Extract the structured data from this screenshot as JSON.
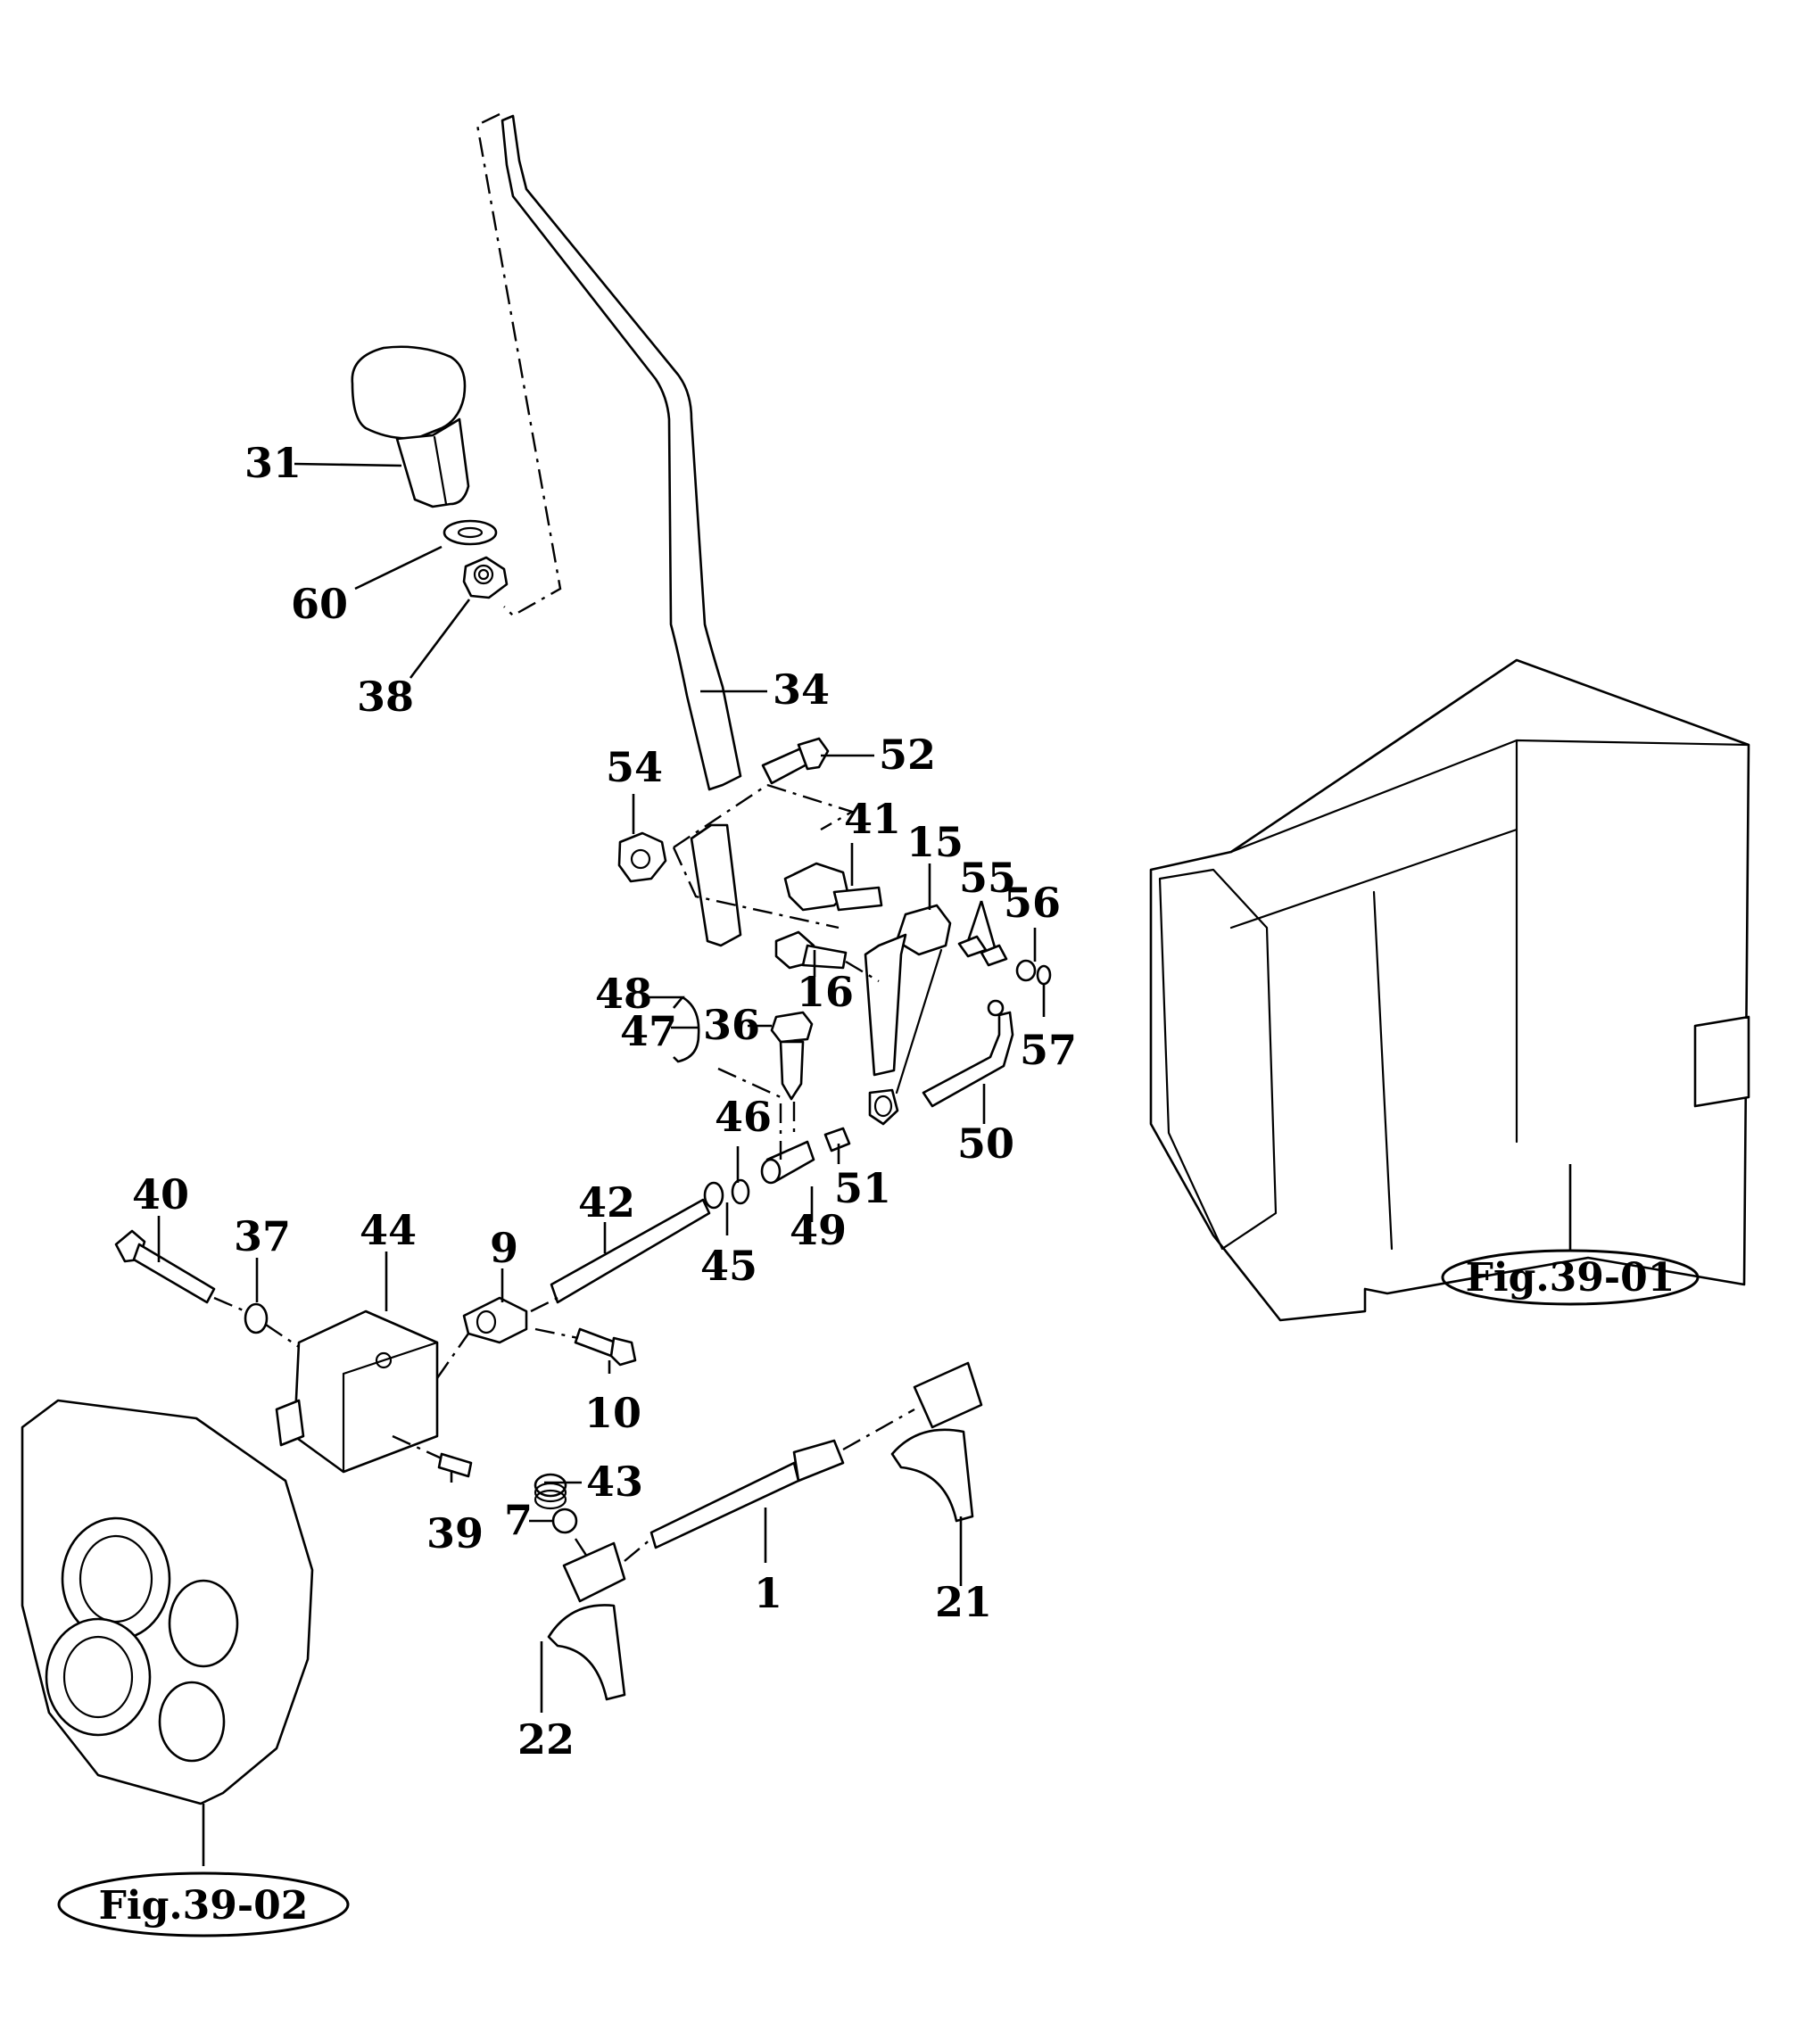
{
  "diagram": {
    "type": "exploded-parts-view",
    "callouts": [
      {
        "id": "c31",
        "text": "31"
      },
      {
        "id": "c60",
        "text": "60"
      },
      {
        "id": "c38",
        "text": "38"
      },
      {
        "id": "c34",
        "text": "34"
      },
      {
        "id": "c52",
        "text": "52"
      },
      {
        "id": "c54",
        "text": "54"
      },
      {
        "id": "c41",
        "text": "41"
      },
      {
        "id": "c15",
        "text": "15"
      },
      {
        "id": "c55",
        "text": "55"
      },
      {
        "id": "c56",
        "text": "56"
      },
      {
        "id": "c16",
        "text": "16"
      },
      {
        "id": "c48",
        "text": "48"
      },
      {
        "id": "c47",
        "text": "47"
      },
      {
        "id": "c36",
        "text": "36"
      },
      {
        "id": "c57",
        "text": "57"
      },
      {
        "id": "c46",
        "text": "46"
      },
      {
        "id": "c51",
        "text": "51"
      },
      {
        "id": "c50",
        "text": "50"
      },
      {
        "id": "c49",
        "text": "49"
      },
      {
        "id": "c45",
        "text": "45"
      },
      {
        "id": "c42",
        "text": "42"
      },
      {
        "id": "c40",
        "text": "40"
      },
      {
        "id": "c37",
        "text": "37"
      },
      {
        "id": "c44",
        "text": "44"
      },
      {
        "id": "c9",
        "text": "9"
      },
      {
        "id": "c10",
        "text": "10"
      },
      {
        "id": "c43",
        "text": "43"
      },
      {
        "id": "c7",
        "text": "7"
      },
      {
        "id": "c39",
        "text": "39"
      },
      {
        "id": "c1",
        "text": "1"
      },
      {
        "id": "c21",
        "text": "21"
      },
      {
        "id": "c22",
        "text": "22"
      }
    ],
    "figure_refs": [
      {
        "id": "fig3901",
        "text": "Fig.39-01"
      },
      {
        "id": "fig3902",
        "text": "Fig.39-02"
      }
    ]
  }
}
